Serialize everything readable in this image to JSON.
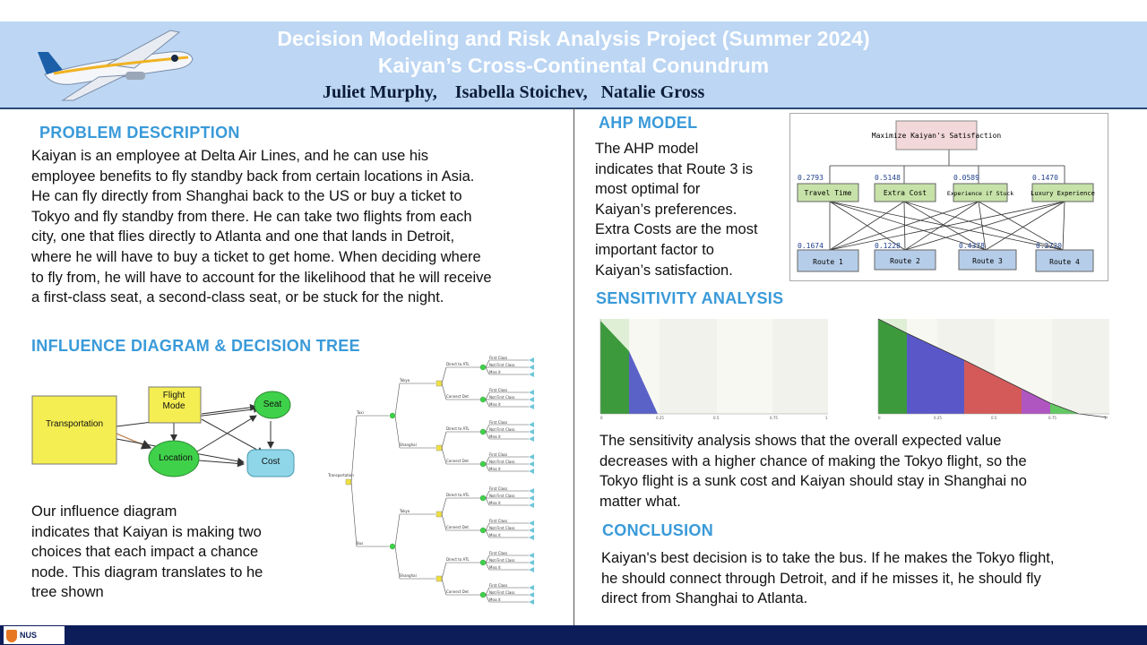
{
  "header": {
    "title_line1": "Decision Modeling and Risk Analysis Project (Summer 2024)",
    "title_line2": "Kaiyan’s Cross-Continental Conundrum",
    "authors": "Juliet Murphy,    Isabella Stoichev,   Natalie Gross"
  },
  "problem": {
    "heading": "PROBLEM DESCRIPTION",
    "lines": [
      "Kaiyan is an employee at Delta Air Lines, and he can use his",
      "employee benefits to fly standby back from certain locations in Asia.",
      "He can fly directly from Shanghai back to the US or buy a ticket to",
      "Tokyo and fly standby from there. He can take two flights from each",
      "city, one that flies directly to Atlanta and one that lands in Detroit,",
      "where he will have to buy a ticket to get home. When deciding where",
      "to fly from, he will have to account for the likelihood that he will receive",
      "a first-class seat, a second-class seat, or be stuck for the night."
    ]
  },
  "influence": {
    "heading": "INFLUENCE  DIAGRAM & DECISION  TREE",
    "nodes": {
      "transportation": "Transportation",
      "flight_mode": "Flight Mode",
      "location": "Location",
      "seat": "Seat",
      "cost": "Cost"
    },
    "lines": [
      "Our influence diagram",
      "indicates that Kaiyan is making two",
      "choices that each impact a chance",
      "node. This diagram translates to he",
      "tree shown"
    ]
  },
  "ahp": {
    "heading": "AHP MODEL",
    "lines": [
      "The AHP model",
      "indicates that Route 3 is",
      "most optimal for",
      "Kaiyan’s preferences.",
      "Extra Costs are the most",
      "important factor to",
      "Kaiyan’s satisfaction."
    ],
    "goal": "Maximize Kaiyan's Satisfaction",
    "criteria": [
      {
        "name": "Travel Time",
        "weight": "0.2793"
      },
      {
        "name": "Extra Cost",
        "weight": "0.5148"
      },
      {
        "name": "Experience if Stuck",
        "weight": "0.0589"
      },
      {
        "name": "Luxury Experience",
        "weight": "0.1470"
      }
    ],
    "alternatives": [
      {
        "name": "Route 1",
        "weight": "0.1674"
      },
      {
        "name": "Route 2",
        "weight": "0.1228"
      },
      {
        "name": "Route 3",
        "weight": "0.4378"
      },
      {
        "name": "Route 4",
        "weight": "0.2720"
      }
    ]
  },
  "sensitivity": {
    "heading": "SENSITIVITY  ANALYSIS",
    "lines": [
      "The sensitivity analysis shows that the overall expected value",
      "decreases with a higher chance of making the Tokyo flight, so the",
      "Tokyo flight is a sunk cost and Kaiyan should stay in Shanghai no",
      "matter what."
    ]
  },
  "conclusion": {
    "heading": "CONCLUSION",
    "lines": [
      "Kaiyan's best decision is to take the bus. If he makes the Tokyo flight,",
      "he should connect through Detroit, and if he misses it, he should fly",
      "direct from Shanghai to Atlanta."
    ]
  },
  "tree": {
    "root": "Transportation",
    "decisions": [
      "Taxi",
      "Bus"
    ],
    "locations": [
      "Tokyo",
      "Shanghai"
    ],
    "flight_modes": [
      "Direct to ATL",
      "Connect Det"
    ],
    "seats": [
      "First Class",
      "Not First Class",
      "Miss it"
    ]
  },
  "footer": {
    "logo_text": "NUS"
  },
  "colors": {
    "header_bg": "#bcd6f3",
    "heading_blue": "#3a9ad9",
    "footer_navy": "#0c1d5a"
  }
}
